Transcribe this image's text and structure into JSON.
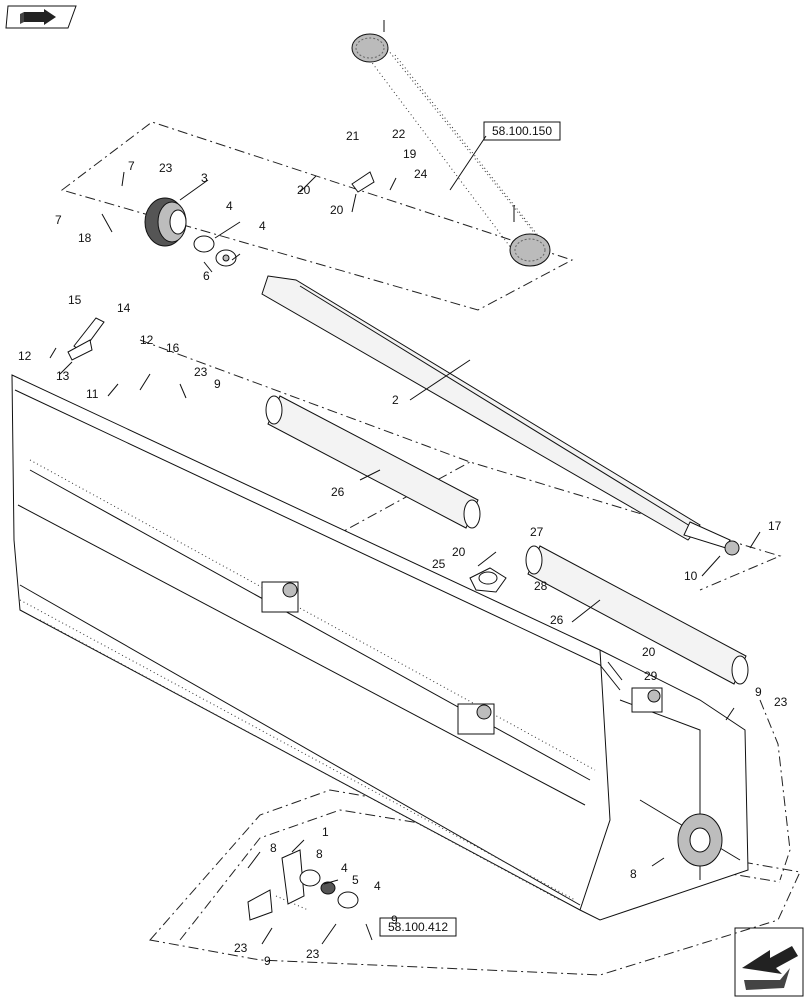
{
  "callouts": [
    {
      "id": "c1",
      "text": "1"
    },
    {
      "id": "c2",
      "text": "2"
    },
    {
      "id": "c3",
      "text": "3"
    },
    {
      "id": "c4a",
      "text": "4"
    },
    {
      "id": "c4b",
      "text": "4"
    },
    {
      "id": "c4c",
      "text": "4"
    },
    {
      "id": "c4d",
      "text": "4"
    },
    {
      "id": "c5",
      "text": "5"
    },
    {
      "id": "c6",
      "text": "6"
    },
    {
      "id": "c7a",
      "text": "7"
    },
    {
      "id": "c7b",
      "text": "7"
    },
    {
      "id": "c8a",
      "text": "8"
    },
    {
      "id": "c8b",
      "text": "8"
    },
    {
      "id": "c8c",
      "text": "8"
    },
    {
      "id": "c9a",
      "text": "9"
    },
    {
      "id": "c9b",
      "text": "9"
    },
    {
      "id": "c9c",
      "text": "9"
    },
    {
      "id": "c9d",
      "text": "9"
    },
    {
      "id": "c10",
      "text": "10"
    },
    {
      "id": "c11",
      "text": "11"
    },
    {
      "id": "c12a",
      "text": "12"
    },
    {
      "id": "c12b",
      "text": "12"
    },
    {
      "id": "c13",
      "text": "13"
    },
    {
      "id": "c14",
      "text": "14"
    },
    {
      "id": "c15",
      "text": "15"
    },
    {
      "id": "c16",
      "text": "16"
    },
    {
      "id": "c17",
      "text": "17"
    },
    {
      "id": "c18",
      "text": "18"
    },
    {
      "id": "c19",
      "text": "19"
    },
    {
      "id": "c20a",
      "text": "20"
    },
    {
      "id": "c20b",
      "text": "20"
    },
    {
      "id": "c20c",
      "text": "20"
    },
    {
      "id": "c20d",
      "text": "20"
    },
    {
      "id": "c21",
      "text": "21"
    },
    {
      "id": "c22",
      "text": "22"
    },
    {
      "id": "c23a",
      "text": "23"
    },
    {
      "id": "c23b",
      "text": "23"
    },
    {
      "id": "c23c",
      "text": "23"
    },
    {
      "id": "c23d",
      "text": "23"
    },
    {
      "id": "c23e",
      "text": "23"
    },
    {
      "id": "c24",
      "text": "24"
    },
    {
      "id": "c25",
      "text": "25"
    },
    {
      "id": "c26a",
      "text": "26"
    },
    {
      "id": "c26b",
      "text": "26"
    },
    {
      "id": "c27",
      "text": "27"
    },
    {
      "id": "c28",
      "text": "28"
    },
    {
      "id": "c29",
      "text": "29"
    }
  ],
  "refs": {
    "top": "58.100.150",
    "bottom": "58.100.412"
  },
  "icons": {
    "corner": "book-arrow-icon",
    "nav": "next-arrow-icon"
  }
}
